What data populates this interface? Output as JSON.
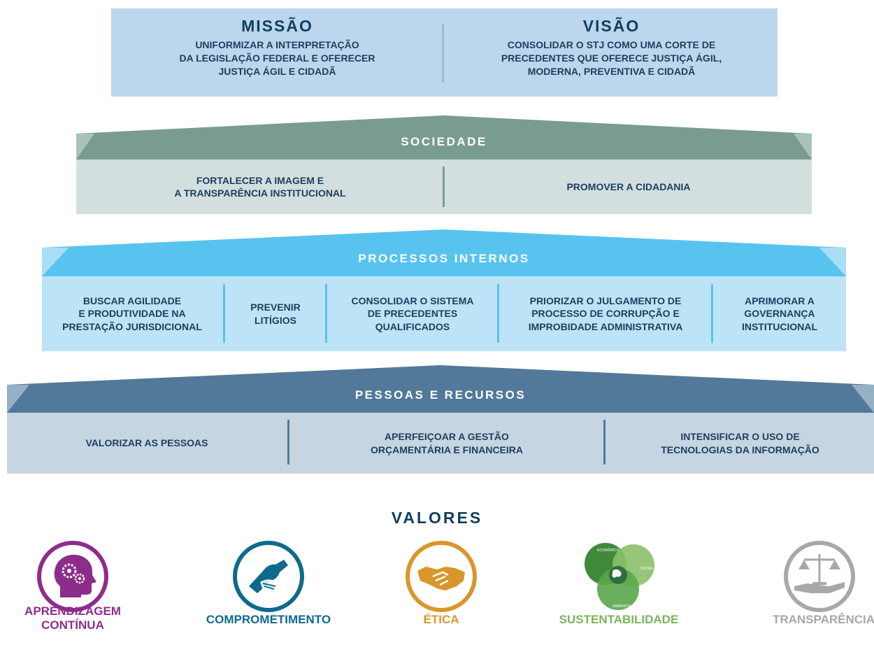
{
  "missao": {
    "title": "MISSÃO",
    "text": "UNIFORMIZAR A INTERPRETAÇÃO\nDA LEGISLAÇÃO FEDERAL E OFERECER\nJUSTIÇA ÁGIL E CIDADÃ"
  },
  "visao": {
    "title": "VISÃO",
    "text": "CONSOLIDAR O STJ COMO UMA CORTE DE\nPRECEDENTES QUE OFERECE JUSTIÇA ÁGIL,\nMODERNA, PREVENTIVA E CIDADÃ"
  },
  "sociedade": {
    "title": "SOCIEDADE",
    "items": [
      "FORTALECER A IMAGEM E\nA TRANSPARÊNCIA INSTITUCIONAL",
      "PROMOVER A CIDADANIA"
    ]
  },
  "processos": {
    "title": "PROCESSOS INTERNOS",
    "items": [
      "BUSCAR AGILIDADE\nE PRODUTIVIDADE NA\nPRESTAÇÃO JURISDICIONAL",
      "PREVENIR\nLITÍGIOS",
      "CONSOLIDAR O SISTEMA\nDE PRECEDENTES\nQUALIFICADOS",
      "PRIORIZAR O JULGAMENTO DE\nPROCESSO DE CORRUPÇÃO E\nIMPROBIDADE ADMINISTRATIVA",
      "APRIMORAR A\nGOVERNANÇA\nINSTITUCIONAL"
    ]
  },
  "pessoas": {
    "title": "PESSOAS E RECURSOS",
    "items": [
      "VALORIZAR AS PESSOAS",
      "APERFEIÇOAR A GESTÃO\nORÇAMENTÁRIA E FINANCEIRA",
      "INTENSIFICAR O USO DE\nTECNOLOGIAS DA INFORMAÇÃO"
    ]
  },
  "valores": {
    "title": "VALORES",
    "items": [
      {
        "label": "APRENDIZAGEM\nCONTÍNUA",
        "icon": "head-gears-icon",
        "color": "#8e2c8b"
      },
      {
        "label": "COMPROMETIMENTO",
        "icon": "joined-hands-icon",
        "color": "#0e6a8c"
      },
      {
        "label": "ÉTICA",
        "icon": "handshake-icon",
        "color": "#d9962a"
      },
      {
        "label": "SUSTENTABILIDADE",
        "icon": "sustainability-circles-icon",
        "color": "#7bb55a"
      },
      {
        "label": "TRANSPARÊNCIA",
        "icon": "scales-hand-icon",
        "color": "#a8a8a8"
      }
    ],
    "sustainability_circle_labels": [
      "ECONÔMICO",
      "SOCIAL",
      "AMBIENTAL"
    ]
  },
  "colors": {
    "missao_bg": "#bcd6ed",
    "title_dark": "#123e5e",
    "text_dark": "#1d3f5e",
    "sociedade_header": "#7a9c8f",
    "sociedade_body": "#d3dfdf",
    "processos_header": "#58c3ef",
    "processos_body": "#bde3f6",
    "pessoas_header": "#527999",
    "pessoas_body": "#c6d5e2"
  }
}
